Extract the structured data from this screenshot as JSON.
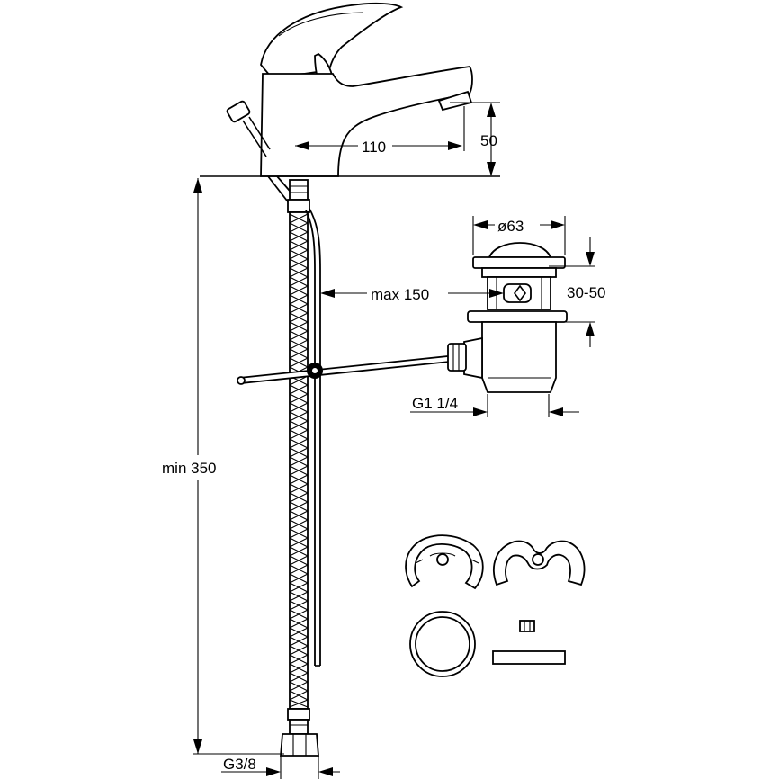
{
  "colors": {
    "line": "#000000",
    "background": "#ffffff"
  },
  "dimensions": {
    "spout_reach": "110",
    "spout_height": "50",
    "waste_diameter": "ø63",
    "pull_rod_length": "max 150",
    "waste_range": "30-50",
    "waste_thread": "G1 1/4",
    "min_height": "min 350",
    "hose_thread": "G3/8"
  }
}
